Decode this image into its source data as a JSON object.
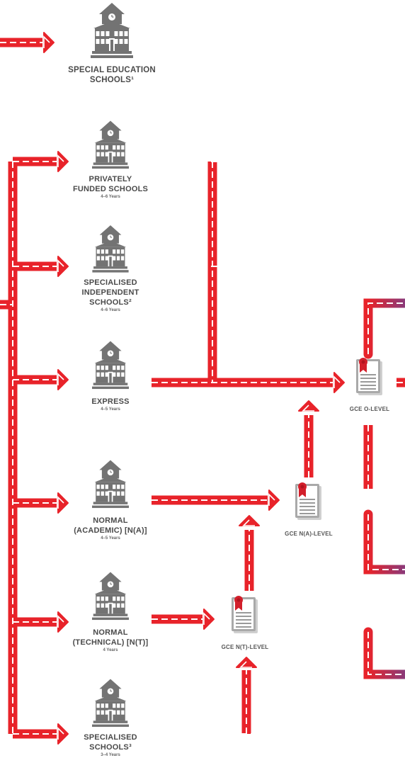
{
  "colors": {
    "road": "#e8232a",
    "dash": "#ffffff",
    "purple": "#8a3a7a",
    "icon": "#737373",
    "label": "#4a4a4a",
    "ribbon": "#d21f2b"
  },
  "schools": {
    "sped": {
      "icon": "school-icon",
      "lines": [
        "SPECIAL EDUCATION",
        "SCHOOLS¹"
      ],
      "years": ""
    },
    "private": {
      "icon": "school-icon",
      "lines": [
        "PRIVATELY",
        "FUNDED SCHOOLS"
      ],
      "years": "4–6 Years"
    },
    "specialised_independent": {
      "icon": "school-icon",
      "lines": [
        "SPECIALISED",
        "INDEPENDENT",
        "SCHOOLS²"
      ],
      "years": "4–6 Years"
    },
    "express": {
      "icon": "school-icon",
      "lines": [
        "EXPRESS"
      ],
      "years": "4–5 Years"
    },
    "normal_academic": {
      "icon": "school-icon",
      "lines": [
        "NORMAL",
        "(ACADEMIC) [N(A)]"
      ],
      "years": "4–5 Years"
    },
    "normal_technical": {
      "icon": "school-icon",
      "lines": [
        "NORMAL",
        "(TECHNICAL) [N(T)]"
      ],
      "years": "4 Years"
    },
    "specialised": {
      "icon": "school-icon",
      "lines": [
        "SPECIALISED",
        "SCHOOLS³"
      ],
      "years": "3–4 Years"
    }
  },
  "certificates": {
    "o_level": {
      "icon": "certificate-icon",
      "label": "GCE O-LEVEL"
    },
    "na_level": {
      "icon": "certificate-icon",
      "label": "GCE N(A)-LEVEL"
    },
    "nt_level": {
      "icon": "certificate-icon",
      "label": "GCE N(T)-LEVEL"
    }
  }
}
